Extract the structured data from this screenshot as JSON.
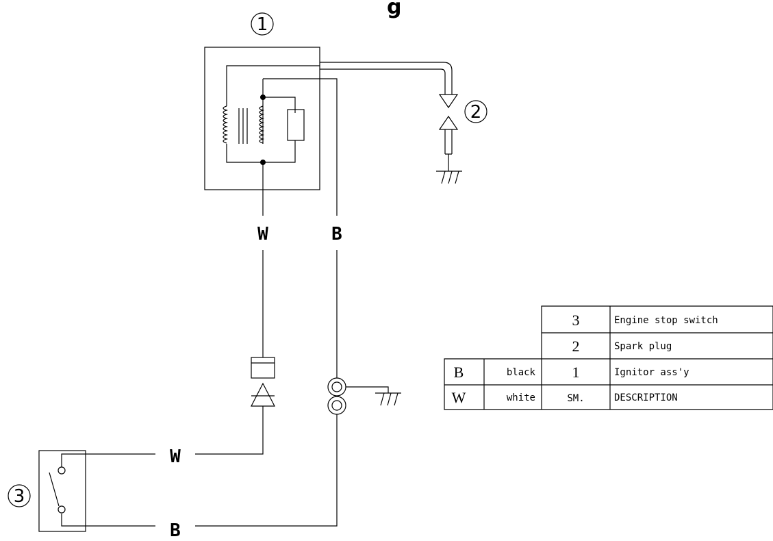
{
  "title_fragment": "g",
  "callouts": {
    "ignitor": "1",
    "spark_plug": "2",
    "stop_switch": "3"
  },
  "wire_labels": {
    "white_top": "W",
    "black_top": "B",
    "white_bottom": "W",
    "black_bottom": "B"
  },
  "legend": {
    "rows": [
      {
        "code": "",
        "color": "",
        "sm": "3",
        "description": "Engine stop switch"
      },
      {
        "code": "",
        "color": "",
        "sm": "2",
        "description": "Spark plug"
      },
      {
        "code": "B",
        "color": "black",
        "sm": "1",
        "description": "Ignitor ass'y"
      },
      {
        "code": "W",
        "color": "white",
        "sm": "SM.",
        "description": "DESCRIPTION"
      }
    ]
  }
}
